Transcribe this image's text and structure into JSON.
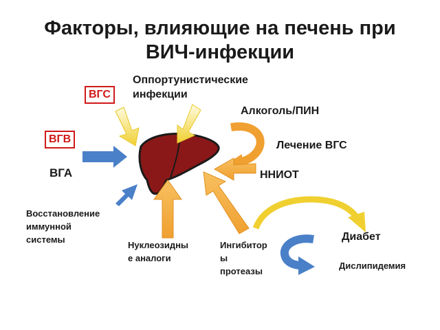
{
  "title_line1": "Факторы, влияющие на печень при",
  "title_line2": "ВИЧ-инфекции",
  "labels": {
    "vgs": "ВГС",
    "vgb": "ВГВ",
    "vga": "ВГА",
    "opportunistic_1": "Оппортунистические",
    "opportunistic_2": "инфекции",
    "alcohol": "Алкоголь/ПИН",
    "hcv_treatment": "Лечение ВГС",
    "nnrti": "ННИОТ",
    "immune_1": "Восстановление",
    "immune_2": "иммунной",
    "immune_3": "системы",
    "nucleoside_1": "Нуклеозидны",
    "nucleoside_2": "е аналоги",
    "protease_1": "Ингибитор",
    "protease_2": "ы",
    "protease_3": "протеазы",
    "diabetes": "Диабет",
    "dyslipidemia": "Дислипидемия"
  },
  "colors": {
    "red_box": "#d01818",
    "yellow_arrow": "#f0d030",
    "orange_arrow": "#f0a030",
    "blue_arrow": "#4a80c8",
    "liver": "#8b1818"
  }
}
